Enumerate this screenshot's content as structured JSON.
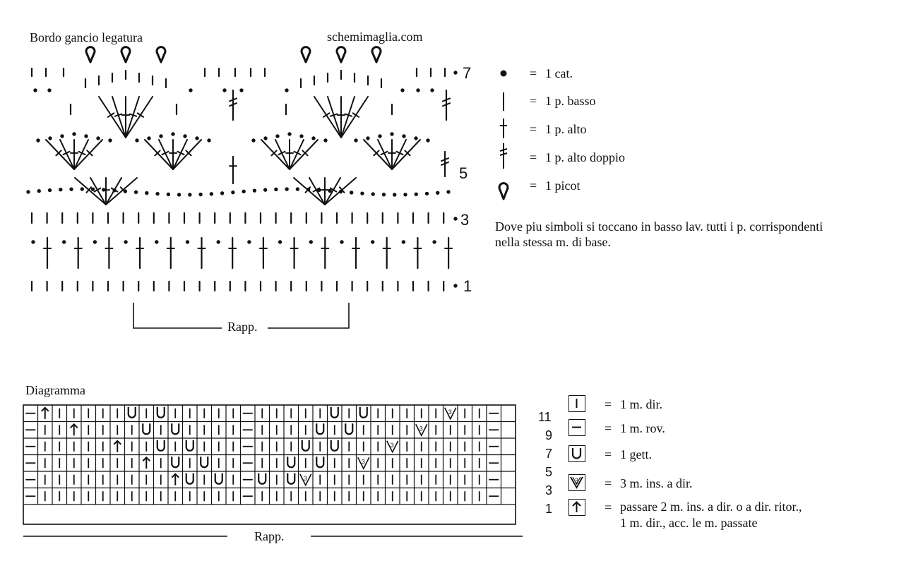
{
  "crochet": {
    "title": "Bordo gancio legatura",
    "site": "schemimaglia.com",
    "row_numbers": [
      "7",
      "5",
      "3",
      "1"
    ],
    "repeat_label": "Rapp."
  },
  "crochet_legend": {
    "items": [
      {
        "icon": "chain-dot-icon",
        "eq": "=",
        "label": "1 cat."
      },
      {
        "icon": "single-crochet-icon",
        "eq": "=",
        "label": "1 p. basso"
      },
      {
        "icon": "double-crochet-icon",
        "eq": "=",
        "label": "1 p. alto"
      },
      {
        "icon": "treble-crochet-icon",
        "eq": "=",
        "label": "1 p. alto doppio"
      },
      {
        "icon": "picot-icon",
        "eq": "=",
        "label": "1 picot"
      }
    ],
    "note_line1": "Dove piu simboli si toccano in basso lav. tutti i p. corrispondenti",
    "note_line2": "nella stessa m. di base."
  },
  "knit": {
    "title": "Diagramma",
    "row_numbers": [
      "11",
      "9",
      "7",
      "5",
      "3",
      "1"
    ],
    "repeat_label": "Rapp.",
    "dec_number": "3"
  },
  "knit_legend": {
    "items": [
      {
        "icon": "knit-stitch-icon",
        "eq": "=",
        "label": "1 m. dir."
      },
      {
        "icon": "purl-stitch-icon",
        "eq": "=",
        "label": "1 m. rov."
      },
      {
        "icon": "yarn-over-icon",
        "eq": "=",
        "label": "1 gett."
      },
      {
        "icon": "k3tog-icon",
        "eq": "=",
        "label": "3 m. ins. a dir."
      },
      {
        "icon": "sk2p-icon",
        "eq": "=",
        "label": "passare 2 m. ins. a dir. o a dir. ritor.,",
        "label2": "1 m. dir., acc. le m. passate"
      }
    ]
  }
}
